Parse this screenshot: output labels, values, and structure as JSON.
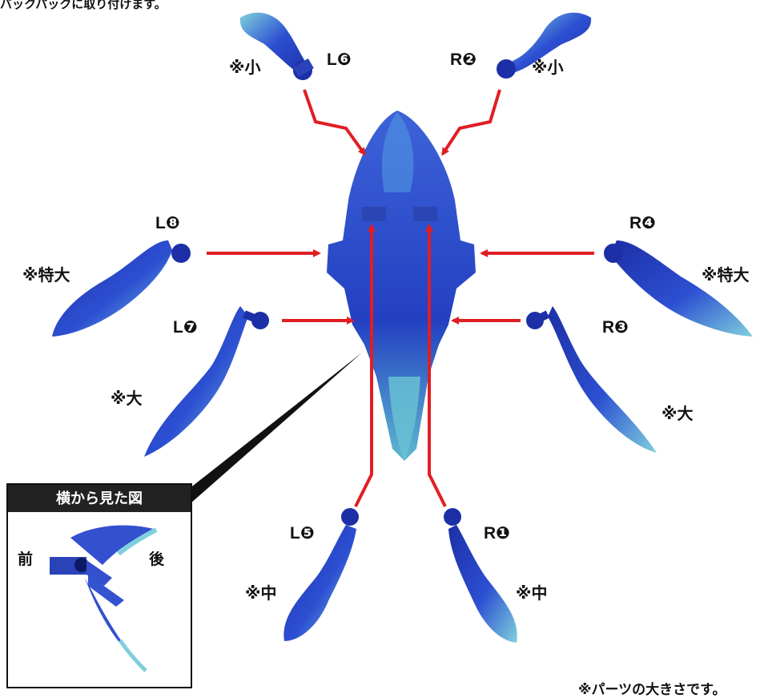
{
  "header_note": "バックパックに取り付けます。",
  "footer_note": "※パーツの大きさです。",
  "parts": {
    "l6": {
      "id": "L❻",
      "size": "※小"
    },
    "r2": {
      "id": "R❷",
      "size": "※小"
    },
    "l8": {
      "id": "L❽",
      "size": "※特大"
    },
    "r4": {
      "id": "R❹",
      "size": "※特大"
    },
    "l7": {
      "id": "L❼",
      "size": "※大"
    },
    "r3": {
      "id": "R❸",
      "size": "※大"
    },
    "l5": {
      "id": "L❺",
      "size": "※中"
    },
    "r1": {
      "id": "R❶",
      "size": "※中"
    }
  },
  "inset": {
    "title": "横から見た図",
    "front": "前",
    "back": "後"
  },
  "colors": {
    "arrow": "#e01e24",
    "part_dark": "#1c2fa8",
    "part_mid": "#2f4fd6",
    "part_tip": "#6ec6d8",
    "inset_header": "#222222"
  }
}
